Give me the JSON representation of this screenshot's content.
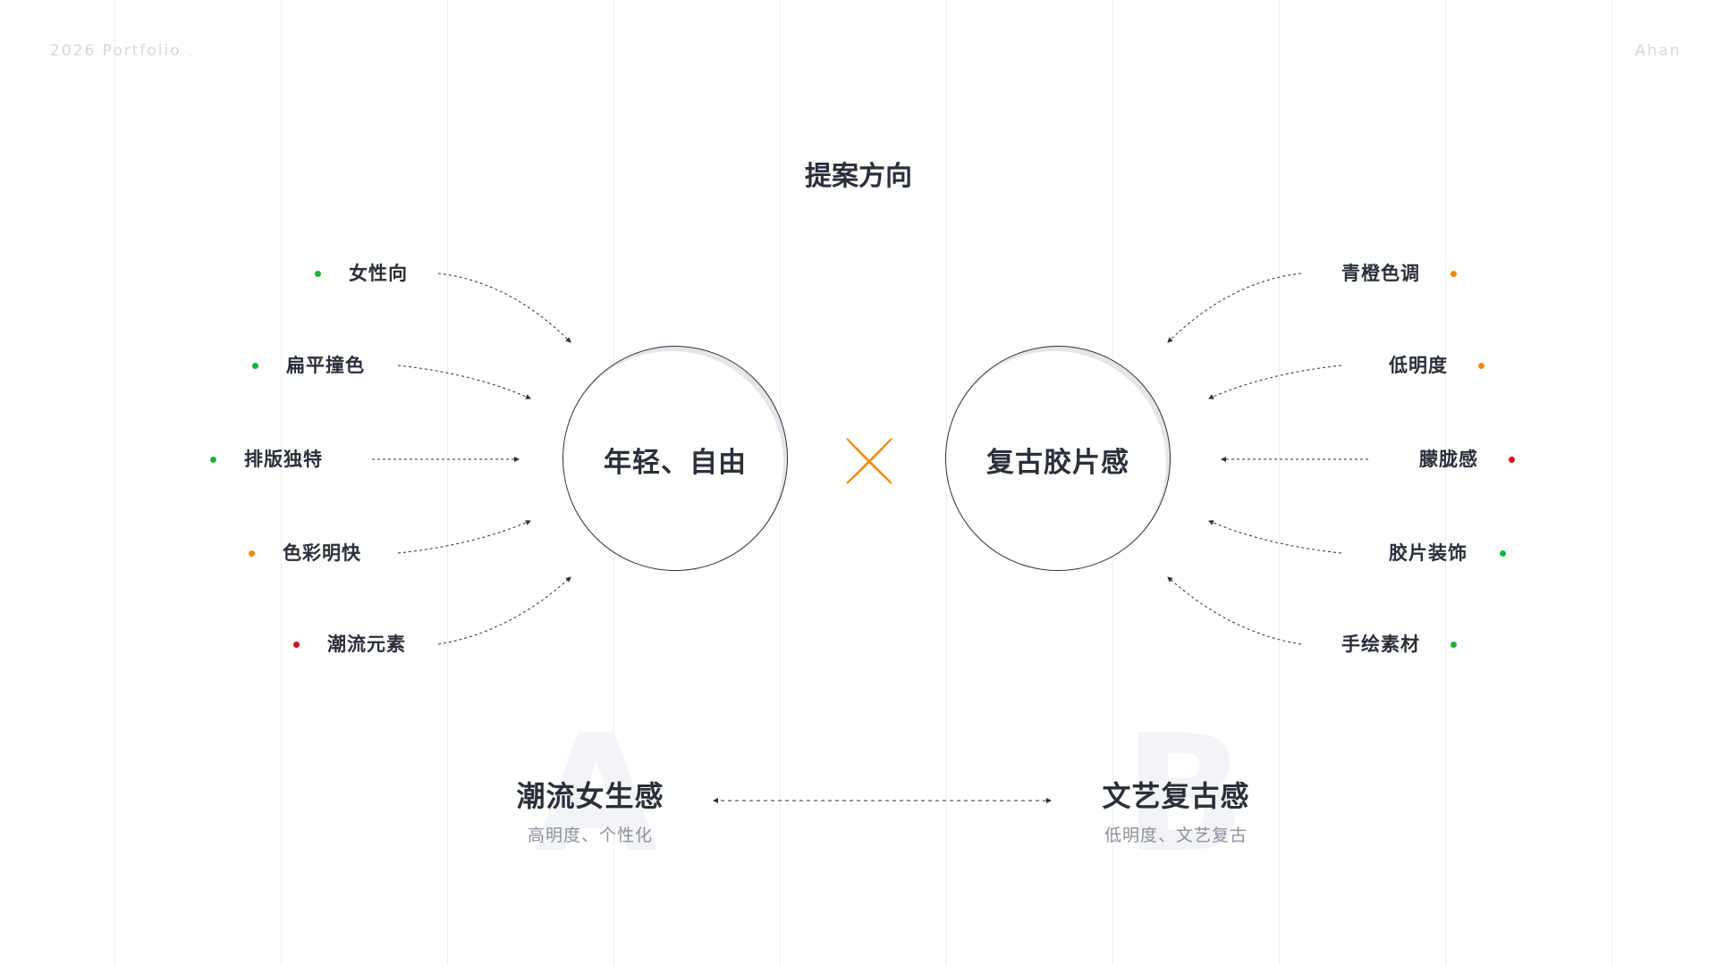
{
  "header": {
    "left_text": "2026 Portfolio .",
    "right_text": "Ahan"
  },
  "title": "提案方向",
  "colors": {
    "green": "#16b33b",
    "orange": "#ee8a0c",
    "red": "#d9101c",
    "text": "#2b2f3a",
    "muted": "#8d909c",
    "cross": "#ee8a0c"
  },
  "direction_a": {
    "circle_label": "年轻、自由",
    "keywords": [
      {
        "label": "女性向",
        "dot": "green"
      },
      {
        "label": "扁平撞色",
        "dot": "green"
      },
      {
        "label": "排版独特",
        "dot": "green"
      },
      {
        "label": "色彩明快",
        "dot": "orange"
      },
      {
        "label": "潮流元素",
        "dot": "red"
      }
    ],
    "ghost_letter": "A",
    "summary_title": "潮流女生感",
    "summary_sub": "高明度、个性化"
  },
  "direction_b": {
    "circle_label": "复古胶片感",
    "keywords": [
      {
        "label": "青橙色调",
        "dot": "orange"
      },
      {
        "label": "低明度",
        "dot": "orange"
      },
      {
        "label": "朦胧感",
        "dot": "red"
      },
      {
        "label": "胶片装饰",
        "dot": "green"
      },
      {
        "label": "手绘素材",
        "dot": "green"
      }
    ],
    "ghost_letter": "B",
    "summary_title": "文艺复古感",
    "summary_sub": "低明度、文艺复古"
  },
  "cross_icon": "x-cross-icon"
}
